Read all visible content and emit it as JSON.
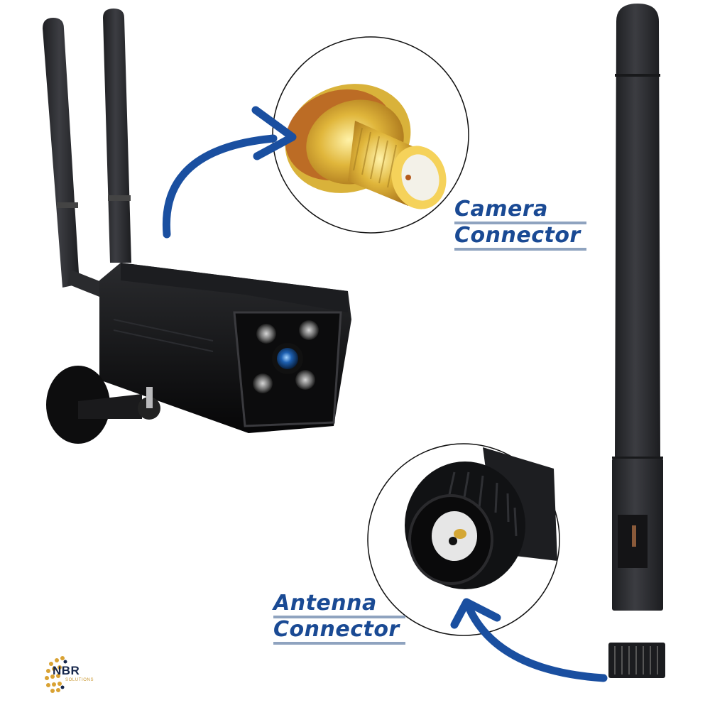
{
  "labels": {
    "camera_connector": [
      "Camera",
      "Connector"
    ],
    "antenna_connector": [
      "Antenna",
      "Connector"
    ]
  },
  "logo": {
    "name": "NBR",
    "subtitle": "SOLUTIONS"
  },
  "colors": {
    "label_blue": "#1a4a94",
    "underline_gray": "#8fa3bf",
    "arrow_blue": "#1a4fa0",
    "gold": "#d9b23a",
    "antenna_black": "#2f3033"
  }
}
